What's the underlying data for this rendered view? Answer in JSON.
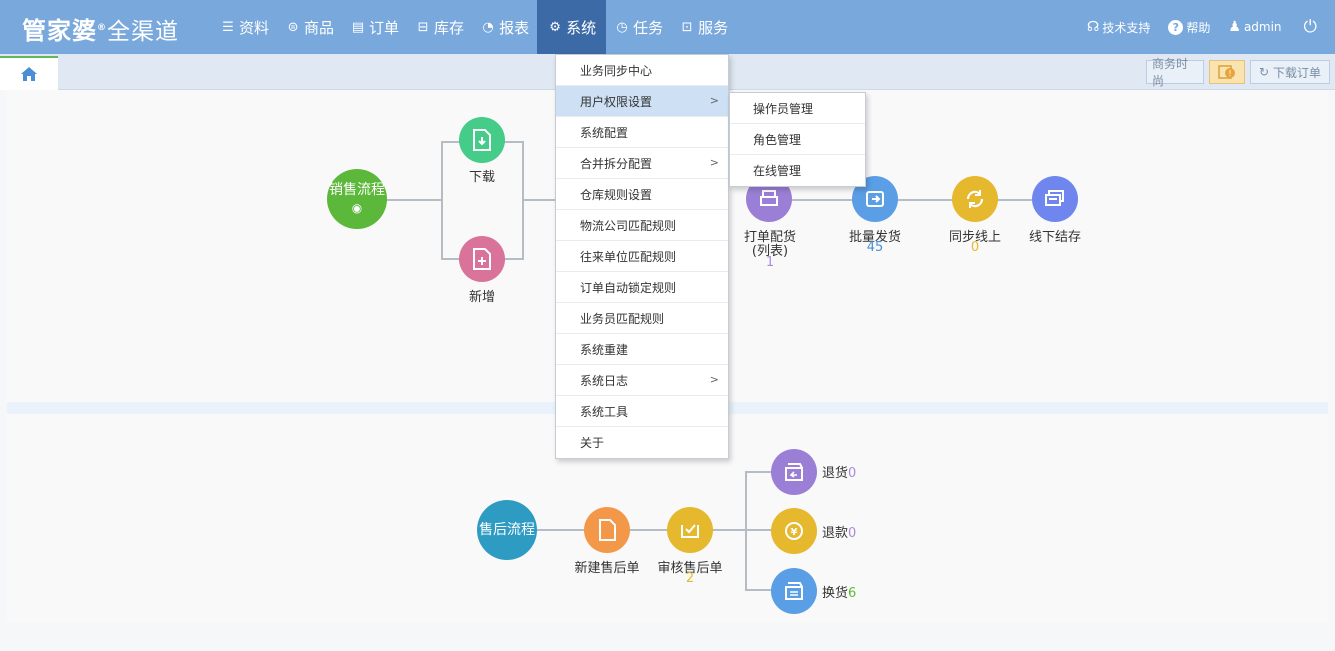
{
  "app": {
    "logo_main": "管家婆",
    "logo_sub": "全渠道",
    "logo_reg": "®"
  },
  "nav": [
    {
      "label": "资料",
      "icon": "list-icon"
    },
    {
      "label": "商品",
      "icon": "goods-icon"
    },
    {
      "label": "订单",
      "icon": "order-icon"
    },
    {
      "label": "库存",
      "icon": "warehouse-icon"
    },
    {
      "label": "报表",
      "icon": "pie-chart-icon"
    },
    {
      "label": "系统",
      "icon": "gear-icon"
    },
    {
      "label": "任务",
      "icon": "clock-icon"
    },
    {
      "label": "服务",
      "icon": "briefcase-icon"
    }
  ],
  "topright": {
    "support": "技术支持",
    "help": "帮助",
    "user": "admin"
  },
  "tabbar": {
    "btn_shop": "商务时尚",
    "btn_download": "下载订单"
  },
  "sales": {
    "title": "销售流程",
    "download": "下载",
    "add": "新增",
    "print_label": "打单配货",
    "print_sub": "(列表)",
    "print_count": "1",
    "batch_label": "批量发货",
    "batch_count": "45",
    "sync_label": "同步线上",
    "sync_count": "0",
    "offline_label": "线下结存"
  },
  "aftersale": {
    "title": "售后流程",
    "new_label": "新建售后单",
    "audit_label": "审核售后单",
    "audit_count": "2",
    "return_label": "退货",
    "return_count": "0",
    "refund_label": "退款",
    "refund_count": "0",
    "exchange_label": "换货",
    "exchange_count": "6"
  },
  "menu": [
    "业务同步中心",
    "用户权限设置",
    "系统配置",
    "合并拆分配置",
    "仓库规则设置",
    "物流公司匹配规则",
    "往来单位匹配规则",
    "订单自动锁定规则",
    "业务员匹配规则",
    "系统重建",
    "系统日志",
    "系统工具",
    "关于"
  ],
  "submenu": [
    "操作员管理",
    "角色管理",
    "在线管理"
  ],
  "colors": {
    "topbar": "#79a8dc",
    "nav_active": "#3b6aa6",
    "green": "#5cb83a",
    "teal": "#2e9bc3",
    "mint": "#44cc88",
    "pink": "#d9739a",
    "purple": "#9b7fd6",
    "blue": "#5a9ee6",
    "yellow": "#e6b82e",
    "indigo": "#6f86ee",
    "orange": "#f39749"
  }
}
